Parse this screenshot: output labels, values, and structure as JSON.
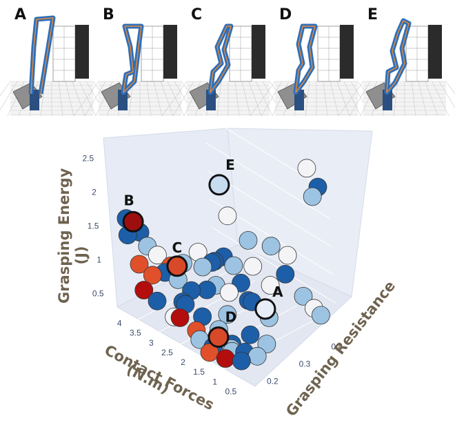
{
  "panels": [
    {
      "letter": "A"
    },
    {
      "letter": "B"
    },
    {
      "letter": "C"
    },
    {
      "letter": "D"
    },
    {
      "letter": "E"
    }
  ],
  "chart_data": {
    "type": "scatter",
    "dimensions": "3d",
    "x_axis": {
      "label_line1": "Contact Forces",
      "label_line2": "(N.m)",
      "ticks": [
        "0.5",
        "1",
        "1.5",
        "2",
        "2.5",
        "3",
        "3.5",
        "4"
      ],
      "range": [
        0.3,
        4.2
      ]
    },
    "y_axis": {
      "label": "Grasping Resistance",
      "ticks": [
        "0.2",
        "0.3",
        "0.4"
      ],
      "range": [
        0.15,
        0.45
      ]
    },
    "z_axis": {
      "label_line1": "Grasping Energy",
      "label_line2": "(J)",
      "ticks": [
        "0.5",
        "1",
        "1.5",
        "2",
        "2.5"
      ],
      "range": [
        0.3,
        2.8
      ]
    },
    "colors": {
      "high": "#b30d0d",
      "mid_high": "#e0502b",
      "neutral": "#f4f4f6",
      "mid_low": "#9cc3e2",
      "low": "#1d5ea8"
    },
    "highlighted": [
      {
        "label": "A",
        "x": 1.2,
        "y": 0.32,
        "z": 0.7
      },
      {
        "label": "B",
        "x": 3.8,
        "y": 0.18,
        "z": 1.6
      },
      {
        "label": "C",
        "x": 2.9,
        "y": 0.22,
        "z": 1.1
      },
      {
        "label": "D",
        "x": 1.6,
        "y": 0.21,
        "z": 0.45
      },
      {
        "label": "E",
        "x": 2.2,
        "y": 0.3,
        "z": 2.3
      }
    ],
    "points": [
      [
        0.6,
        0.42,
        2.7,
        0.1
      ],
      [
        0.7,
        0.44,
        2.2,
        0.15
      ],
      [
        0.5,
        0.44,
        2.4,
        0.9
      ],
      [
        2.0,
        0.3,
        1.9,
        0.05
      ],
      [
        1.6,
        0.32,
        1.6,
        0.2
      ],
      [
        1.3,
        0.36,
        1.5,
        0.3
      ],
      [
        1.0,
        0.38,
        1.4,
        0.1
      ],
      [
        0.9,
        0.36,
        1.2,
        0.7
      ],
      [
        1.9,
        0.27,
        1.4,
        0.6
      ],
      [
        2.3,
        0.27,
        1.2,
        0.8
      ],
      [
        2.5,
        0.26,
        1.1,
        0.5
      ],
      [
        1.2,
        0.34,
        1.0,
        0.1
      ],
      [
        0.8,
        0.4,
        0.8,
        0.3
      ],
      [
        0.7,
        0.42,
        0.6,
        0.05
      ],
      [
        0.6,
        0.43,
        0.5,
        0.4
      ],
      [
        1.4,
        0.3,
        0.8,
        0.85
      ],
      [
        1.1,
        0.32,
        0.6,
        0.2
      ],
      [
        1.8,
        0.27,
        0.9,
        0.1
      ],
      [
        1.5,
        0.28,
        1.1,
        0.75
      ],
      [
        2.0,
        0.25,
        1.0,
        0.3
      ],
      [
        2.2,
        0.24,
        0.9,
        0.9
      ],
      [
        2.6,
        0.23,
        0.8,
        0.6
      ],
      [
        2.9,
        0.22,
        0.9,
        0.2
      ],
      [
        3.1,
        0.2,
        1.0,
        0.8
      ],
      [
        3.3,
        0.2,
        1.2,
        -0.2
      ],
      [
        3.5,
        0.19,
        1.3,
        0.5
      ],
      [
        3.6,
        0.18,
        1.5,
        0.95
      ],
      [
        3.9,
        0.17,
        1.4,
        0.7
      ],
      [
        3.7,
        0.18,
        1.0,
        -0.6
      ],
      [
        3.4,
        0.19,
        0.9,
        -0.4
      ],
      [
        3.0,
        0.21,
        1.1,
        -0.3
      ],
      [
        2.7,
        0.22,
        1.2,
        0.3
      ],
      [
        2.4,
        0.24,
        1.4,
        0.1
      ],
      [
        2.1,
        0.26,
        1.3,
        0.65
      ],
      [
        1.7,
        0.28,
        1.3,
        0.4
      ],
      [
        1.4,
        0.31,
        1.3,
        0.05
      ],
      [
        2.8,
        0.22,
        0.6,
        0.7
      ],
      [
        2.3,
        0.23,
        0.5,
        0.9
      ],
      [
        1.9,
        0.24,
        0.4,
        0.45
      ],
      [
        1.5,
        0.24,
        0.3,
        0.8
      ],
      [
        1.3,
        0.22,
        0.3,
        0.3
      ],
      [
        1.0,
        0.23,
        0.35,
        0.6
      ],
      [
        0.9,
        0.21,
        0.3,
        0.85
      ],
      [
        1.7,
        0.2,
        0.3,
        0.95
      ],
      [
        2.0,
        0.19,
        0.35,
        0.2
      ],
      [
        1.2,
        0.19,
        0.3,
        -0.8
      ],
      [
        1.6,
        0.18,
        0.3,
        -0.5
      ],
      [
        2.2,
        0.2,
        0.4,
        -0.7
      ],
      [
        2.6,
        0.19,
        0.5,
        -0.9
      ],
      [
        3.2,
        0.18,
        0.6,
        0.85
      ],
      [
        3.5,
        0.17,
        0.7,
        -0.9
      ],
      [
        1.1,
        0.26,
        0.5,
        0.7
      ],
      [
        0.8,
        0.28,
        0.4,
        0.15
      ],
      [
        1.8,
        0.26,
        0.6,
        0.5
      ],
      [
        2.5,
        0.2,
        0.7,
        0.65
      ],
      [
        3.8,
        0.16,
        1.7,
        0.75
      ],
      [
        1.3,
        0.28,
        0.9,
        0.95
      ],
      [
        2.9,
        0.2,
        0.4,
        0.1
      ],
      [
        1.1,
        0.2,
        0.45,
        0.25
      ],
      [
        0.7,
        0.24,
        0.35,
        0.5
      ]
    ]
  }
}
